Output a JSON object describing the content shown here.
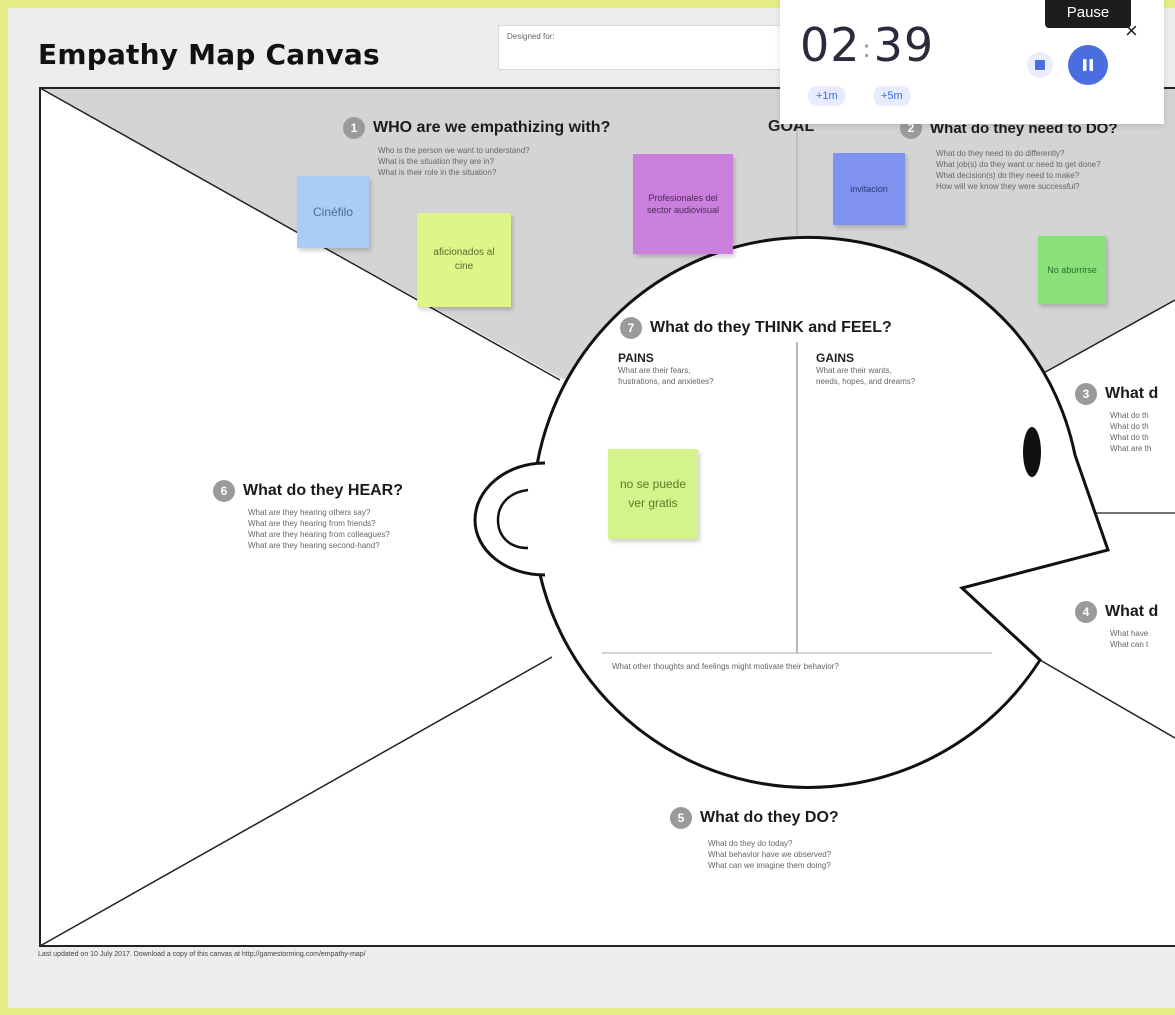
{
  "title": "Empathy Map Canvas",
  "designed_for": {
    "label": "Designed for:"
  },
  "goal_label": "GOAL",
  "sections": {
    "who": {
      "number": "1",
      "title": "WHO are we empathizing with?",
      "lines": [
        "Who is the person we want to understand?",
        "What is the situation they are in?",
        "What is their role in the situation?"
      ]
    },
    "need": {
      "number": "2",
      "title": "What do they need to DO?",
      "lines": [
        "What do they need to do differently?",
        "What job(s) do they want or need to get done?",
        "What decision(s) do they need to make?",
        "How will we know they were successful?"
      ]
    },
    "see": {
      "number": "3",
      "title": "What d",
      "lines": [
        "What do th",
        "What do th",
        "What do th",
        "What are th"
      ]
    },
    "say": {
      "number": "4",
      "title": "What d",
      "lines": [
        "What have",
        "What can t"
      ]
    },
    "do": {
      "number": "5",
      "title": "What do they DO?",
      "lines": [
        "What do they do today?",
        "What behavior have we observed?",
        "What can we imagine them doing?"
      ]
    },
    "hear": {
      "number": "6",
      "title": "What do they HEAR?",
      "lines": [
        "What are they hearing others say?",
        "What are they hearing from friends?",
        "What are they hearing from colleagues?",
        "What are they hearing second-hand?"
      ]
    },
    "think": {
      "number": "7",
      "title": "What do they THINK and FEEL?",
      "pains_title": "PAINS",
      "pains_lines": [
        "What are their fears,",
        "frustrations, and anxieties?"
      ],
      "gains_title": "GAINS",
      "gains_lines": [
        "What are their wants,",
        "needs, hopes, and dreams?"
      ],
      "bottom": "What other thoughts and feelings might motivate their behavior?"
    }
  },
  "notes": [
    {
      "id": "cinefilo",
      "text": "Cinéfilo",
      "color": "#a9cdf5",
      "text_color": "#4a6c98"
    },
    {
      "id": "aficionados",
      "text": "aficionados al cine",
      "color": "#dff58a",
      "text_color": "#5a6e2a"
    },
    {
      "id": "profesionales",
      "text": "Profesionales del sector audiovisual",
      "color": "#c97fdb",
      "text_color": "#4e2a58"
    },
    {
      "id": "invitacion",
      "text": "invitacion",
      "color": "#7f92ef",
      "text_color": "#2c3a7c"
    },
    {
      "id": "no-aburrirse",
      "text": "No aburrirse",
      "color": "#8ae07a",
      "text_color": "#2f6b2a"
    },
    {
      "id": "no-se-puede",
      "text": "no se puede ver gratis",
      "color": "#d4f38a",
      "text_color": "#5d7a2a"
    }
  ],
  "timer": {
    "minutes": "02",
    "separator": ":",
    "seconds": "39",
    "add_1m": "+1m",
    "add_5m": "+5m",
    "tooltip": "Pause",
    "close": "×",
    "accent": "#4a6de0"
  },
  "footer": "Last updated on 10 July 2017. Download a copy of this canvas at http://gamestorming.com/empathy-map/",
  "colors": {
    "background": "#e4ec86",
    "board": "#ededed",
    "canvas": "#ffffff",
    "top_triangle": "#d3d3d3"
  }
}
